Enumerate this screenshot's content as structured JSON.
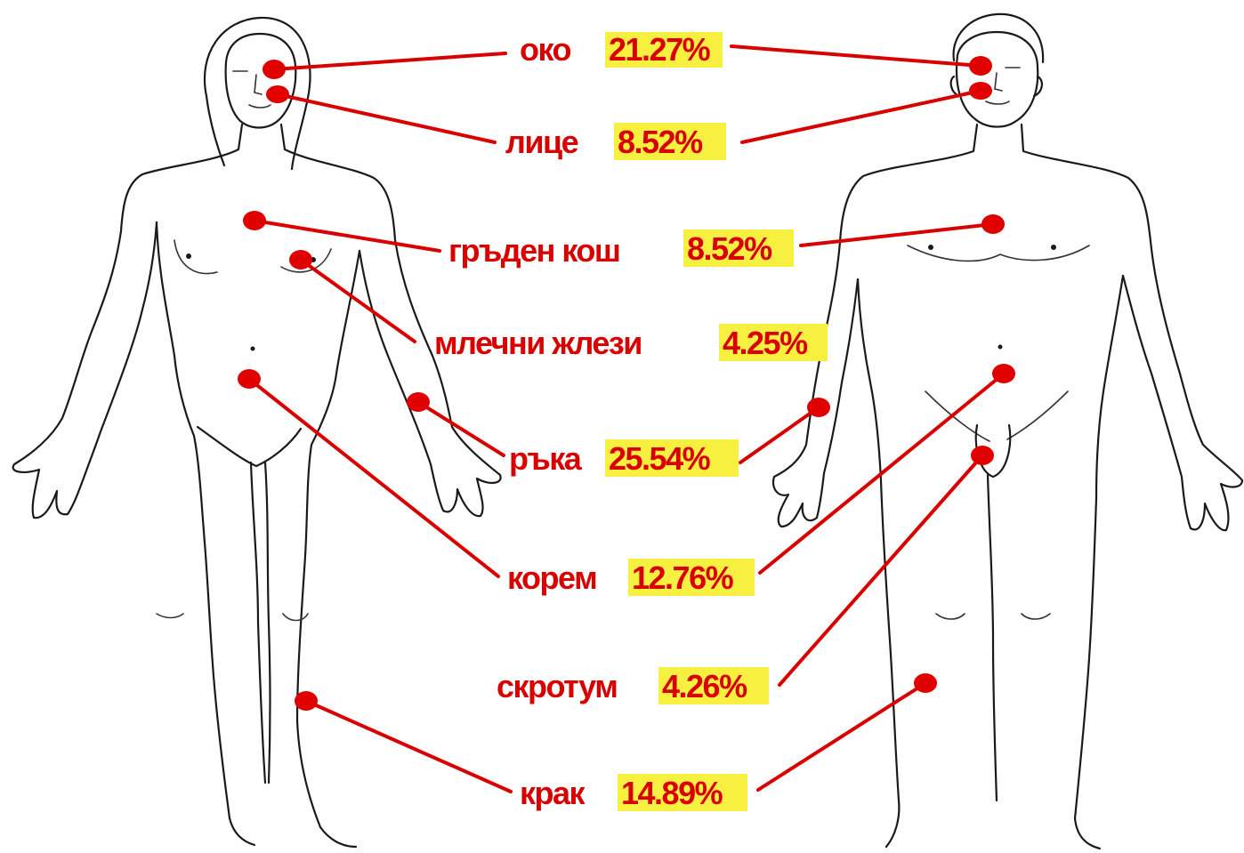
{
  "labels": {
    "eye": {
      "name": "око",
      "percent": "21.27%"
    },
    "face": {
      "name": "лице",
      "percent": "8.52%"
    },
    "chest": {
      "name": "гръден кош",
      "percent": "8.52%"
    },
    "breasts": {
      "name": "млечни жлези",
      "percent": "4.25%"
    },
    "arm": {
      "name": "ръка",
      "percent": "25.54%"
    },
    "abdomen": {
      "name": "корем",
      "percent": "12.76%"
    },
    "scrotum": {
      "name": "скротум",
      "percent": "4.26%"
    },
    "leg": {
      "name": "крак",
      "percent": "14.89%"
    }
  },
  "colors": {
    "marker": "#e00000",
    "highlight": "#f7f040",
    "text": "#d90000",
    "outline": "#1a1a1a"
  }
}
